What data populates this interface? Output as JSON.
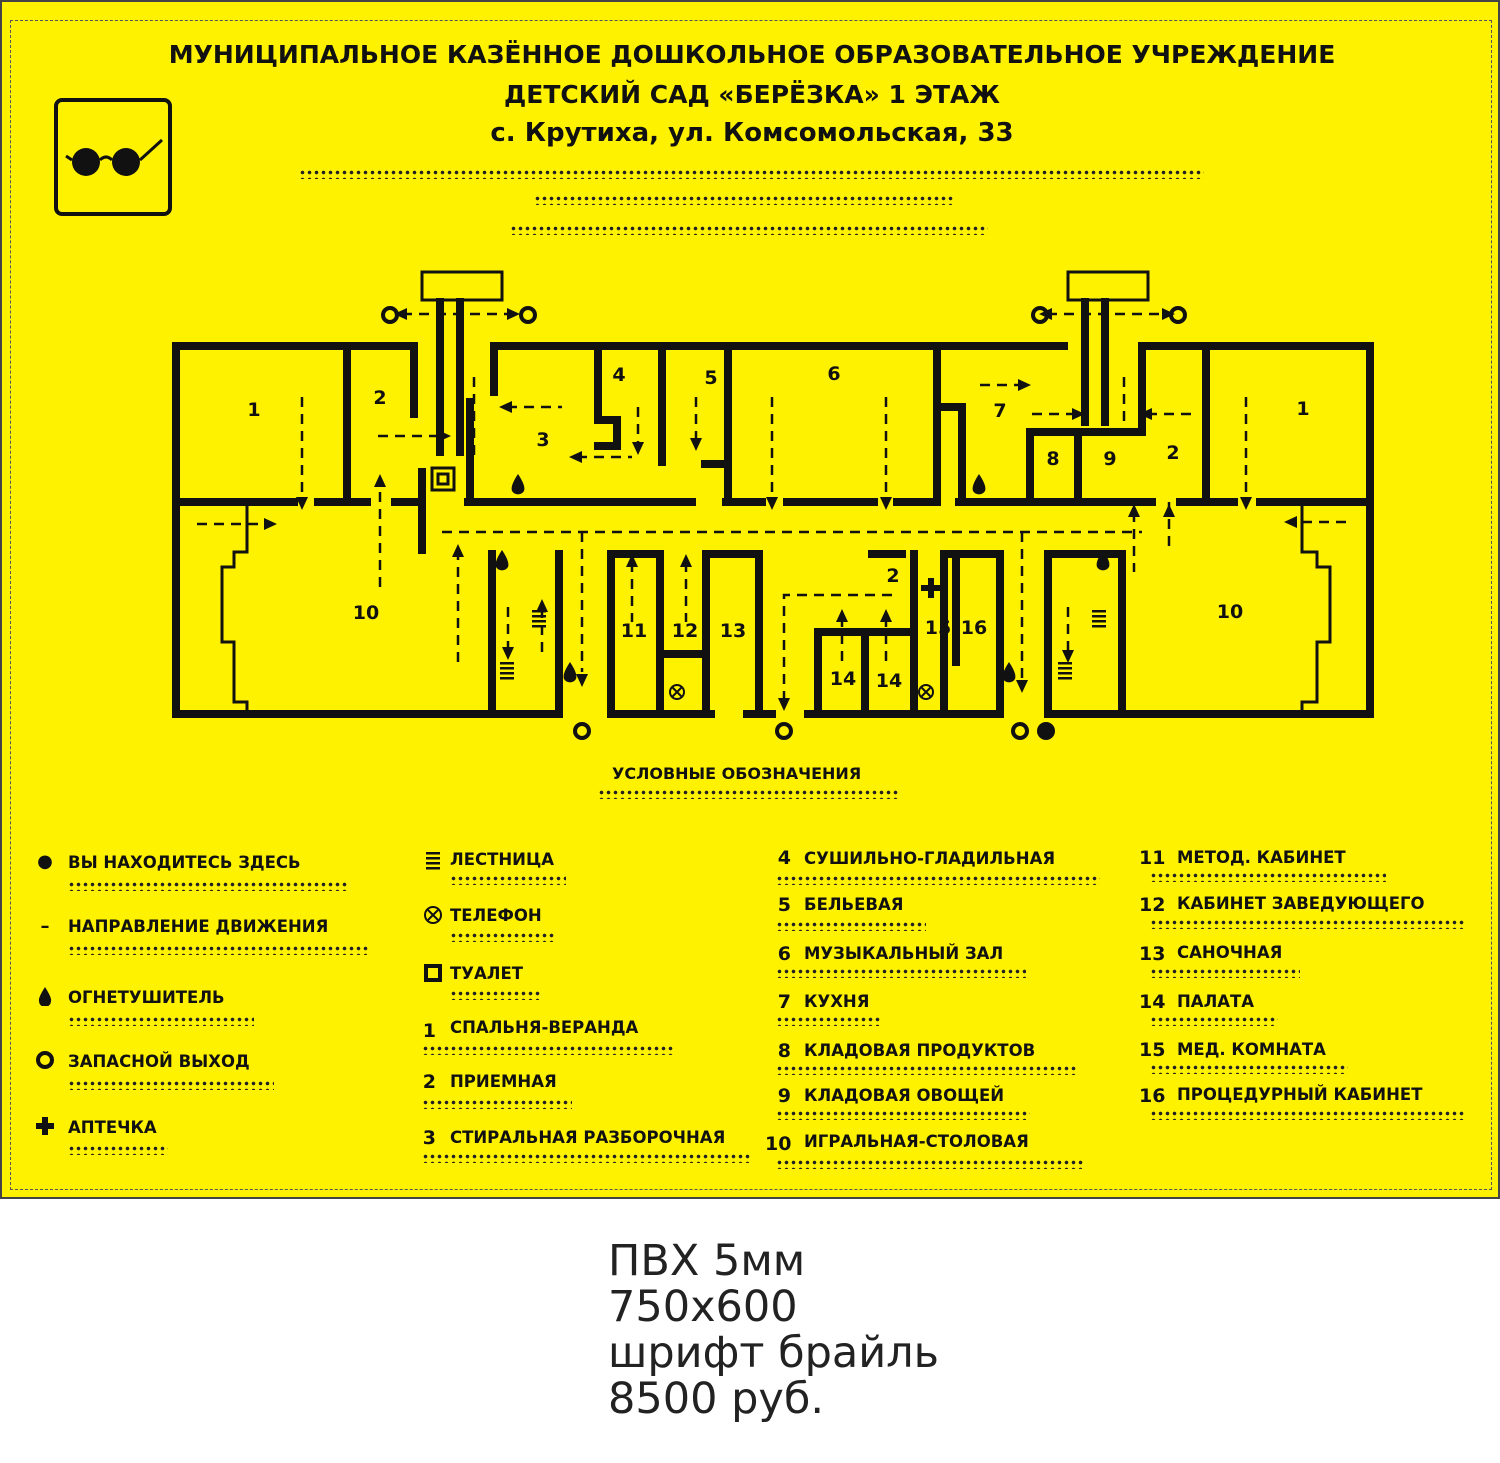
{
  "header": {
    "line1": "МУНИЦИПАЛЬНОЕ КАЗЁННОЕ ДОШКОЛЬНОЕ ОБРАЗОВАТЕЛЬНОЕ УЧРЕЖДЕНИЕ",
    "line2": "ДЕТСКИЙ САД «БЕРЁЗКА» 1 ЭТАЖ",
    "line3": "с. Крутиха, ул. Комсомольская, 33"
  },
  "colors": {
    "sign_background": "#fff200",
    "ink": "#111111"
  },
  "icons": {
    "visually_impaired": "glasses-icon",
    "you_are_here": "filled-circle-icon",
    "direction": "dash-arrow-icon",
    "extinguisher": "drop-icon",
    "emergency_exit": "ring-icon",
    "first_aid": "cross-icon",
    "stairs": "stairs-icon",
    "phone": "circle-x-icon",
    "toilet": "square-icon"
  },
  "plan_labels": {
    "left": [
      "1",
      "2",
      "3",
      "4",
      "5",
      "10",
      "11",
      "12",
      "13"
    ],
    "center": [
      "6",
      "2",
      "14",
      "14",
      "15",
      "16"
    ],
    "right": [
      "7",
      "8",
      "9",
      "2",
      "1",
      "10"
    ]
  },
  "legend": {
    "title": "УСЛОВНЫЕ ОБОЗНАЧЕНИЯ",
    "symbols": [
      {
        "icon": "filled-circle-icon",
        "label": "ВЫ НАХОДИТЕСЬ ЗДЕСЬ"
      },
      {
        "icon": "dash-arrow-icon",
        "label": "НАПРАВЛЕНИЕ ДВИЖЕНИЯ"
      },
      {
        "icon": "drop-icon",
        "label": "ОГНЕТУШИТЕЛЬ"
      },
      {
        "icon": "ring-icon",
        "label": "ЗАПАСНОЙ ВЫХОД"
      },
      {
        "icon": "cross-icon",
        "label": "АПТЕЧКА"
      },
      {
        "icon": "stairs-icon",
        "label": "ЛЕСТНИЦА"
      },
      {
        "icon": "circle-x-icon",
        "label": "ТЕЛЕФОН"
      },
      {
        "icon": "square-icon",
        "label": "ТУАЛЕТ"
      }
    ],
    "rooms": [
      {
        "num": "1",
        "name": "СПАЛЬНЯ-ВЕРАНДА"
      },
      {
        "num": "2",
        "name": "ПРИЕМНАЯ"
      },
      {
        "num": "3",
        "name": "СТИРАЛЬНАЯ РАЗБОРОЧНАЯ"
      },
      {
        "num": "4",
        "name": "СУШИЛЬНО-ГЛАДИЛЬНАЯ"
      },
      {
        "num": "5",
        "name": "БЕЛЬЕВАЯ"
      },
      {
        "num": "6",
        "name": "МУЗЫКАЛЬНЫЙ ЗАЛ"
      },
      {
        "num": "7",
        "name": "КУХНЯ"
      },
      {
        "num": "8",
        "name": "КЛАДОВАЯ ПРОДУКТОВ"
      },
      {
        "num": "9",
        "name": "КЛАДОВАЯ ОВОЩЕЙ"
      },
      {
        "num": "10",
        "name": "ИГРАЛЬНАЯ-СТОЛОВАЯ"
      },
      {
        "num": "11",
        "name": "МЕТОД. КАБИНЕТ"
      },
      {
        "num": "12",
        "name": "КАБИНЕТ ЗАВЕДУЮЩЕГО"
      },
      {
        "num": "13",
        "name": "САНОЧНАЯ"
      },
      {
        "num": "14",
        "name": "ПАЛАТА"
      },
      {
        "num": "15",
        "name": "МЕД. КОМНАТА"
      },
      {
        "num": "16",
        "name": "ПРОЦЕДУРНЫЙ КАБИНЕТ"
      }
    ]
  },
  "product": {
    "material": "ПВХ 5мм",
    "size": "750х600",
    "font": "шрифт брайль",
    "price": "8500 руб."
  }
}
